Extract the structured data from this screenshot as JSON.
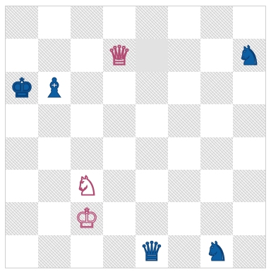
{
  "colors": {
    "white_piece_outline": "#b24a72",
    "black_piece_fill": "#0d5fa3"
  },
  "pieces": [
    {
      "square": "d7",
      "color": "white",
      "type": "queen",
      "symbol": "♕"
    },
    {
      "square": "h7",
      "color": "black",
      "type": "knight",
      "symbol": "♞"
    },
    {
      "square": "a6",
      "color": "black",
      "type": "king",
      "symbol": "♚"
    },
    {
      "square": "b6",
      "color": "black",
      "type": "bishop",
      "symbol": "♝"
    },
    {
      "square": "c3",
      "color": "white",
      "type": "knight",
      "symbol": "♘"
    },
    {
      "square": "c2",
      "color": "white",
      "type": "king",
      "symbol": "♔"
    },
    {
      "square": "e1",
      "color": "black",
      "type": "queen",
      "symbol": "♛"
    },
    {
      "square": "g1",
      "color": "black",
      "type": "knight",
      "symbol": "♞"
    }
  ]
}
